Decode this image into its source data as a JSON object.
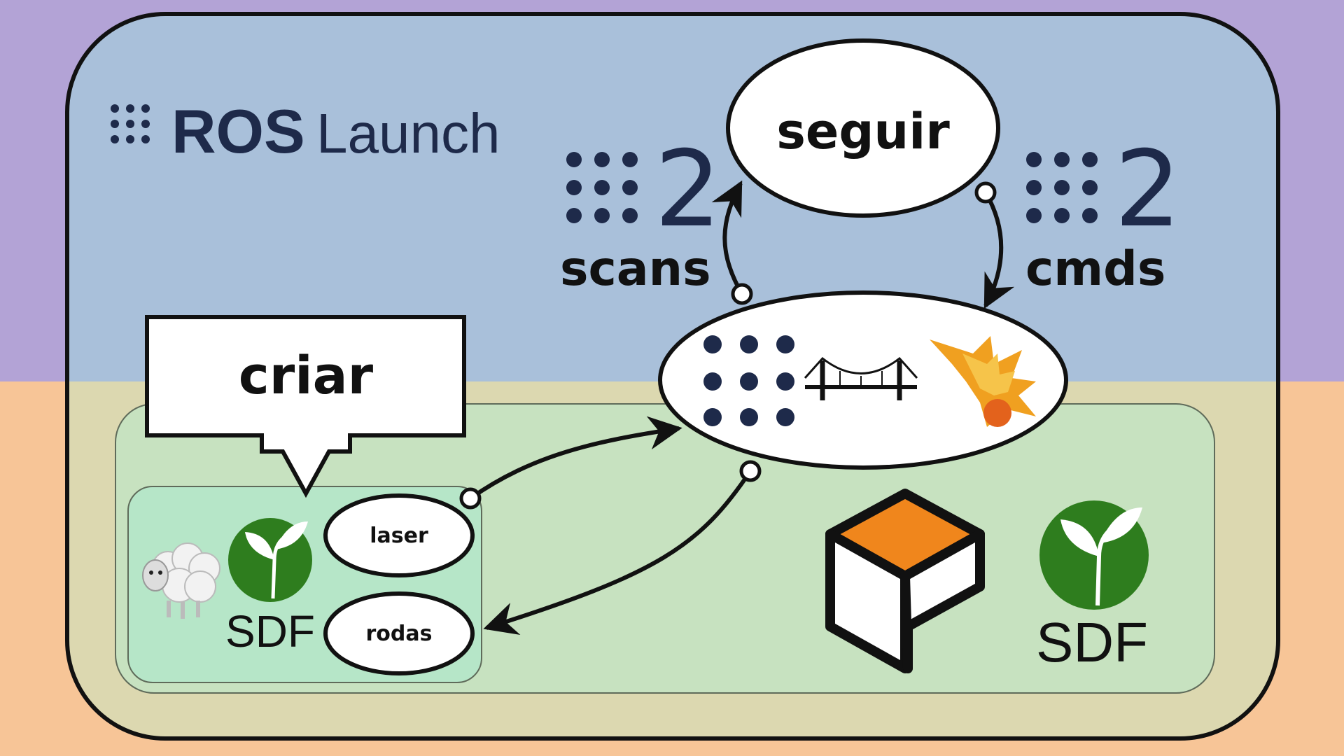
{
  "title": {
    "brand": "ROS",
    "word": "Launch"
  },
  "nodes": {
    "seguir": "seguir",
    "criar": "criar",
    "laser": "laser",
    "rodas": "rodas"
  },
  "counters": {
    "scans": {
      "value": "2",
      "label": "scans"
    },
    "cmds": {
      "value": "2",
      "label": "cmds"
    }
  },
  "sdf_labels": {
    "left": "SDF",
    "right": "SDF"
  },
  "icons": {
    "ros": "ros-dots-icon",
    "bridge": "bridge-icon",
    "gazebo_flame": "gazebo-flame-icon",
    "gazebo_logo": "gazebo-cube-icon",
    "sdf_leaf": "sdf-leaf-icon",
    "sheep": "sheep-icon"
  },
  "colors": {
    "top_band": "#b3a3d6",
    "bottom_band": "#f7c597",
    "container_top": "#a9c0da",
    "container_bottom": "#dcd8b0",
    "sim_panel": "#c7e2c0",
    "robot_panel": "#b6e6c8",
    "ros_navy": "#1e2a4a",
    "gazebo_orange": "#f0861c",
    "sdf_green": "#2e7d1e"
  }
}
